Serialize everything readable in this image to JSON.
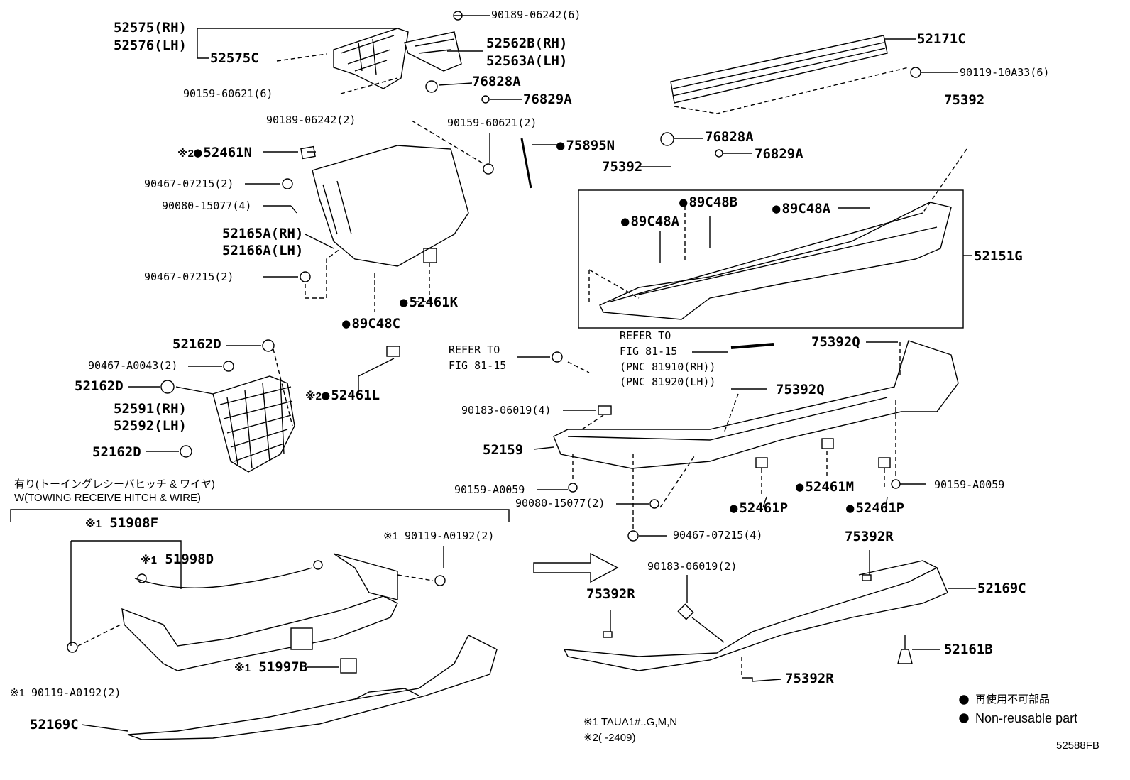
{
  "labels": {
    "p52575": "52575(RH)",
    "p52576": "52576(LH)",
    "p52575c": "52575C",
    "p90189_06242_6": "90189-06242(6)",
    "p52562b": "52562B(RH)",
    "p52563a": "52563A(LH)",
    "p52171c": "52171C",
    "p90119_10a33": "90119-10A33(6)",
    "p76828a_top": "76828A",
    "p76829a_top": "76829A",
    "p90159_60621_6": "90159-60621(6)",
    "p90189_06242_2": "90189-06242(2)",
    "p90159_60621_2": "90159-60621(2)",
    "p75392_top": "75392",
    "p52461n": "52461N",
    "p75895n": "75895N",
    "p76828a_mid": "76828A",
    "p76829a_mid": "76829A",
    "p75392_mid": "75392",
    "p90467_07215_a": "90467-07215(2)",
    "p90080_15077_4": "90080-15077(4)",
    "p89c48b": "89C48B",
    "p89c48a_r": "89C48A",
    "p89c48a_l": "89C48A",
    "p52165a": "52165A(RH)",
    "p52166a": "52166A(LH)",
    "p52151g": "52151G",
    "p90467_07215_b": "90467-07215(2)",
    "p52461k": "52461K",
    "p89c48c": "89C48C",
    "refer_a_1": "REFER TO",
    "refer_a_2": "FIG 81-15",
    "refer_b_1": "REFER TO",
    "refer_b_2": "FIG 81-15",
    "pnc_1": "(PNC 81910(RH))",
    "pnc_2": "(PNC 81920(LH))",
    "p52162d_top": "52162D",
    "p90467_a0043": "90467-A0043(2)",
    "p52162d_mid": "52162D",
    "p75392q_top": "75392Q",
    "p75392q_mid": "75392Q",
    "p52461l": "52461L",
    "p90183_06019_4": "90183-06019(4)",
    "p52591": "52591(RH)",
    "p52592": "52592(LH)",
    "p52159": "52159",
    "p52162d_bot": "52162D",
    "towing_jp": "有り(トーイングレシーバヒッチ & ワイヤ)",
    "towing_en": "W(TOWING RECEIVE HITCH & WIRE)",
    "p90159_a0059_l": "90159-A0059",
    "p52461m": "52461M",
    "p90159_a0059_r": "90159-A0059",
    "p90080_15077_2": "90080-15077(2)",
    "p52461p_l": "52461P",
    "p52461p_r": "52461P",
    "p51908f": "51908F",
    "p90119_a0192_top": "90119-A0192(2)",
    "p90467_07215_4": "90467-07215(4)",
    "p75392r_top": "75392R",
    "p51998d": "51998D",
    "p90183_06019_2": "90183-06019(2)",
    "p75392r_left": "75392R",
    "p52169c_right": "52169C",
    "p52161b": "52161B",
    "p51997b": "51997B",
    "p75392r_bot": "75392R",
    "p90119_a0192_bot": "90119-A0192(2)",
    "p52169c_left": "52169C",
    "mark1": "※1",
    "mark2": "※2",
    "legend_jp": "再使用不可部品",
    "legend_en": "Non-reusable part",
    "note1": "TAUA1#..G,M,N",
    "note2": "(      -2409)",
    "code": "52588FB"
  }
}
